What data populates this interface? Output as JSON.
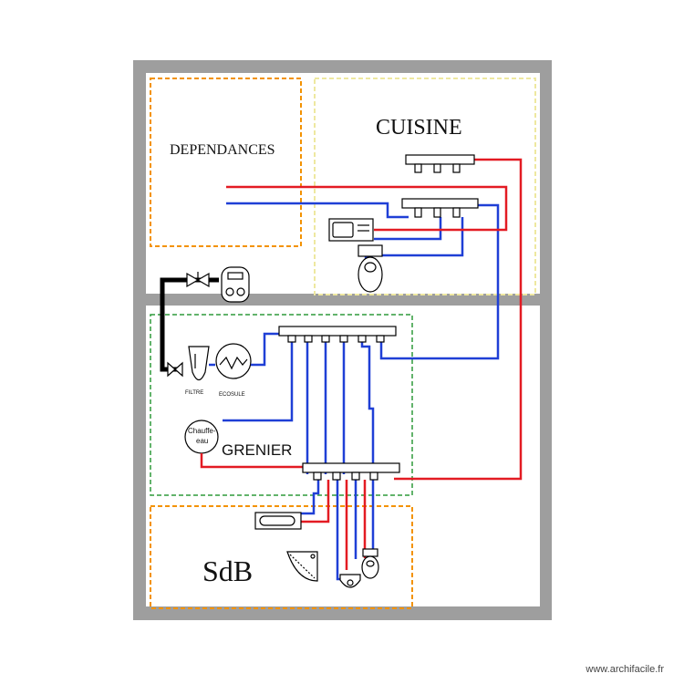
{
  "rooms": {
    "dependances": "DEPENDANCES",
    "cuisine": "CUISINE",
    "grenier": "GRENIER",
    "sdb": "SdB"
  },
  "equipment": {
    "filtre": "FILTRE",
    "adoucisseur": "ECOSULE",
    "chauffe_eau_line1": "Chauffe-",
    "chauffe_eau_line2": "eau"
  },
  "watermark": "www.archifacile.fr",
  "colors": {
    "hot": "#e31b23",
    "cold": "#1f3fd6",
    "wall": "#9e9e9e",
    "zone_orange": "#f39200",
    "zone_yellow": "#eee8a0",
    "zone_green": "#2e9a3a"
  }
}
